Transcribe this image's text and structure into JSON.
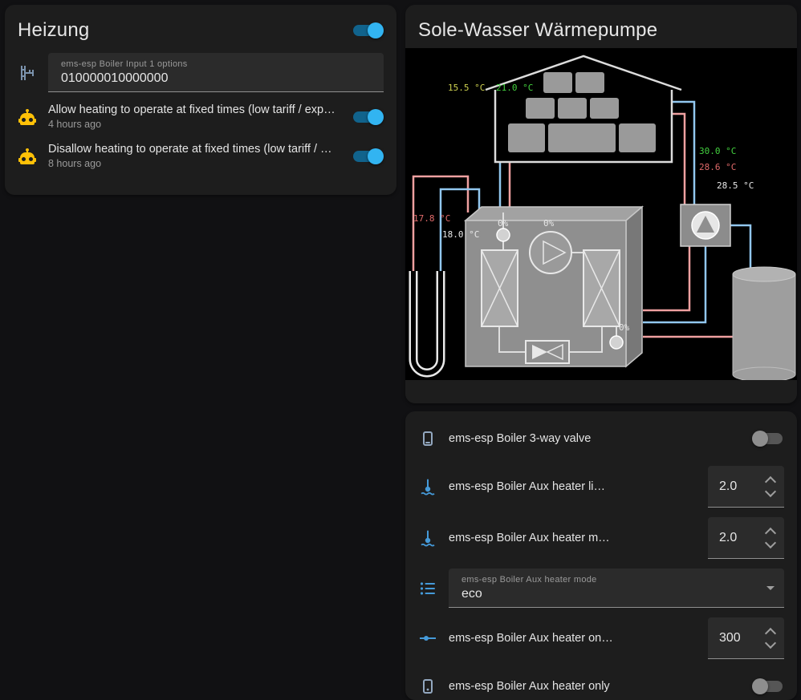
{
  "heizung_card": {
    "title": "Heizung",
    "master_switch_on": true,
    "input_row": {
      "label": "ems-esp Boiler Input 1 options",
      "value": "010000010000000"
    },
    "automations": [
      {
        "name": "Allow heating to operate at fixed times (low tariff / exp…",
        "last_triggered": "4 hours ago",
        "on": true
      },
      {
        "name": "Disallow heating to operate at fixed times (low tariff / …",
        "last_triggered": "8 hours ago",
        "on": true
      }
    ]
  },
  "heatpump_card": {
    "title": "Sole-Wasser Wärmepumpe",
    "diagram": {
      "outside_temp": "15.5 °C",
      "inside_temp": "21.0 °C",
      "flow_temp": "30.0 °C",
      "return_temp": "28.6 °C",
      "tank_temp": "28.5 °C",
      "brine_in_temp": "17.8 °C",
      "brine_out_temp": "18.0 °C",
      "brine_pump_pct": "0%",
      "compressor_pct": "0%",
      "heating_pump_pct": "0%"
    }
  },
  "controls_card": {
    "rows": [
      {
        "name": "ems-esp Boiler 3-way valve",
        "type": "toggle",
        "on": false
      },
      {
        "name": "ems-esp Boiler Aux heater li…",
        "type": "number",
        "value": "2.0"
      },
      {
        "name": "ems-esp Boiler Aux heater m…",
        "type": "number",
        "value": "2.0"
      },
      {
        "label": "ems-esp Boiler Aux heater mode",
        "type": "select",
        "value": "eco"
      },
      {
        "name": "ems-esp Boiler Aux heater on…",
        "type": "number",
        "value": "300"
      },
      {
        "name": "ems-esp Boiler Aux heater only",
        "type": "toggle",
        "on": false
      }
    ]
  },
  "colors": {
    "background": "#111113",
    "card": "#1d1d1d",
    "switch_on_thumb": "#32b4f1",
    "switch_on_track": "#11638c",
    "automation_icon": "#ffc107",
    "entity_icon_blue": "#459ad9",
    "entity_icon_gray_blue": "#93a8c0",
    "pipe_warm": "#efa0a0",
    "pipe_cold": "#92c7ef",
    "label_yellow": "#cdd04f",
    "label_green": "#43d13f",
    "label_red": "#e06a6a",
    "label_white": "#e8e8e8"
  }
}
